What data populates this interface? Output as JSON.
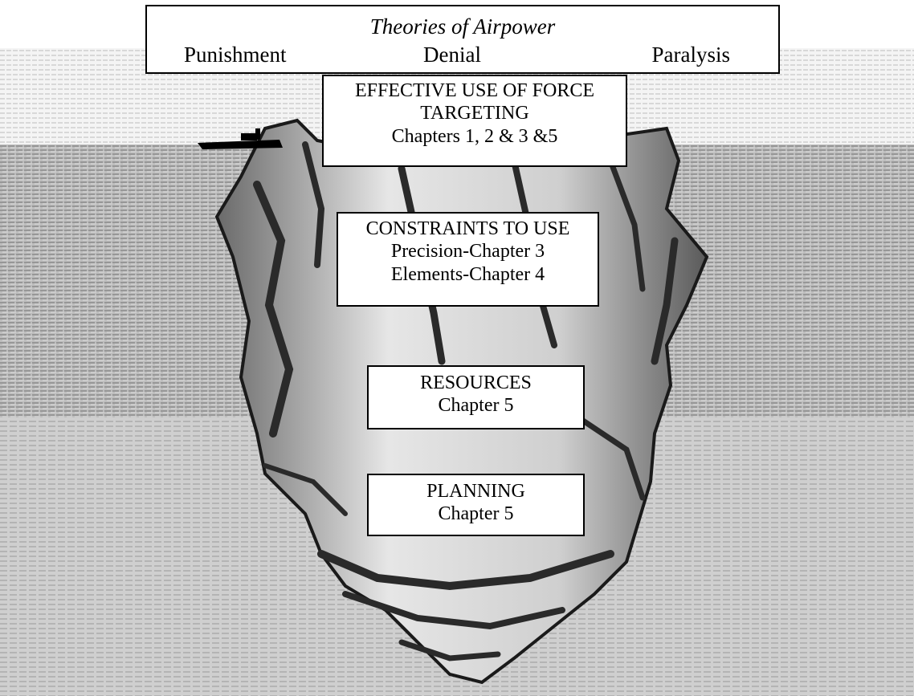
{
  "header": {
    "title": "Theories of Airpower",
    "theories": [
      "Punishment",
      "Denial",
      "Paralysis"
    ]
  },
  "levels": [
    {
      "lines": [
        "EFFECTIVE USE OF FORCE",
        "TARGETING",
        "Chapters 1, 2 & 3 &5"
      ]
    },
    {
      "lines": [
        "CONSTRAINTS TO USE",
        "Precision-Chapter 3",
        "Elements-Chapter 4"
      ]
    },
    {
      "lines": [
        "RESOURCES",
        "Chapter 5"
      ]
    },
    {
      "lines": [
        "PLANNING",
        "Chapter 5"
      ]
    }
  ],
  "colors": {
    "sea": "#9a9a9a",
    "sky": "#ececec",
    "ice": "#d8d8d8",
    "ice_shadow": "#3a3a3a",
    "box_border": "#000000"
  },
  "icons": [
    "iceberg-illustration",
    "ship-icon"
  ]
}
